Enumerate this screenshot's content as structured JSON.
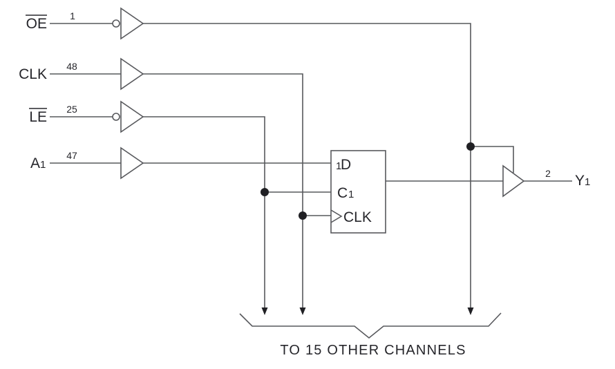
{
  "colors": {
    "wire": "#57585c",
    "text": "#26262b",
    "mark": "#202024",
    "background": "#ffffff"
  },
  "inputs": {
    "oe": {
      "label": "OE",
      "overline": true,
      "pin": "1"
    },
    "clk": {
      "label": "CLK",
      "overline": false,
      "pin": "48"
    },
    "le": {
      "label": "LE",
      "overline": true,
      "pin": "25"
    },
    "a": {
      "label": "A",
      "subscript": "1",
      "pin": "47"
    }
  },
  "latch": {
    "d_prefix": "1",
    "d_label": "D",
    "c_label": "C",
    "c_subscript": "1",
    "clk_label": "CLK"
  },
  "output": {
    "pin": "2",
    "label": "Y",
    "subscript": "1"
  },
  "caption": "TO 15 OTHER CHANNELS"
}
